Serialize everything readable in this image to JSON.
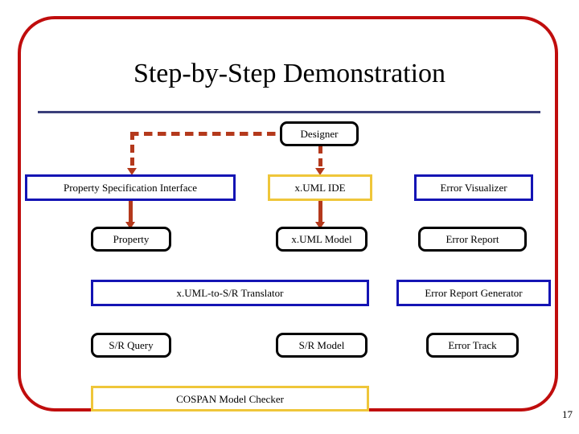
{
  "slide": {
    "title": "Step-by-Step Demonstration",
    "page_number": "17",
    "colors": {
      "frame": "#c00d0d",
      "title_rule": "#3b3f7a",
      "box_blue": "#1414b4",
      "box_yellow": "#efc63a",
      "box_black": "#000000",
      "arrow": "#b4391c"
    }
  },
  "diagram": {
    "nodes": [
      {
        "id": "designer",
        "label": "Designer",
        "style": "black"
      },
      {
        "id": "psi",
        "label": "Property Specification Interface",
        "style": "blue"
      },
      {
        "id": "xuml-ide",
        "label": "x.UML IDE",
        "style": "yellow"
      },
      {
        "id": "error-visualizer",
        "label": "Error Visualizer",
        "style": "blue"
      },
      {
        "id": "property",
        "label": "Property",
        "style": "black"
      },
      {
        "id": "xuml-model",
        "label": "x.UML Model",
        "style": "black"
      },
      {
        "id": "error-report",
        "label": "Error Report",
        "style": "black"
      },
      {
        "id": "translator",
        "label": "x.UML-to-S/R Translator",
        "style": "blue"
      },
      {
        "id": "err-report-gen",
        "label": "Error Report Generator",
        "style": "blue"
      },
      {
        "id": "sr-query",
        "label": "S/R Query",
        "style": "black"
      },
      {
        "id": "sr-model",
        "label": "S/R Model",
        "style": "black"
      },
      {
        "id": "error-track",
        "label": "Error Track",
        "style": "black"
      },
      {
        "id": "cospan",
        "label": "COSPAN Model Checker",
        "style": "yellow"
      }
    ],
    "edges": [
      {
        "from": "designer",
        "to": "psi",
        "kind": "dashed"
      },
      {
        "from": "designer",
        "to": "xuml-ide",
        "kind": "dashed"
      },
      {
        "from": "psi",
        "to": "property",
        "kind": "solid"
      },
      {
        "from": "xuml-ide",
        "to": "xuml-model",
        "kind": "solid"
      }
    ]
  }
}
